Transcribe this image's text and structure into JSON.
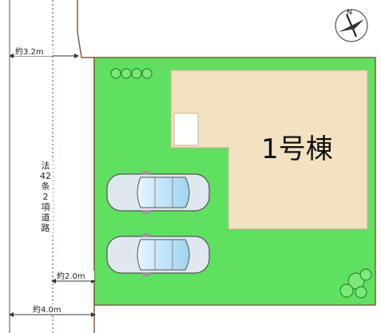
{
  "dimensions": {
    "road_width_top": "約3.2m",
    "setback_width": "約2.0m",
    "road_width_bottom": "約4.0m"
  },
  "road": {
    "label_chars": [
      "法",
      "42",
      "条",
      "2",
      "項",
      "道",
      "路"
    ]
  },
  "building": {
    "label": "1号棟"
  },
  "parking": {
    "car_count": 2
  },
  "icons": [
    "compass-north-icon",
    "car-icon",
    "shrub-icon",
    "tree-icon"
  ],
  "colors": {
    "lot_green": "#5fe061",
    "building_beige": "#f2e2c1",
    "road_white": "#ffffff",
    "outline_brown": "#8b5a3c",
    "car_blue": "#bfe0f5"
  }
}
